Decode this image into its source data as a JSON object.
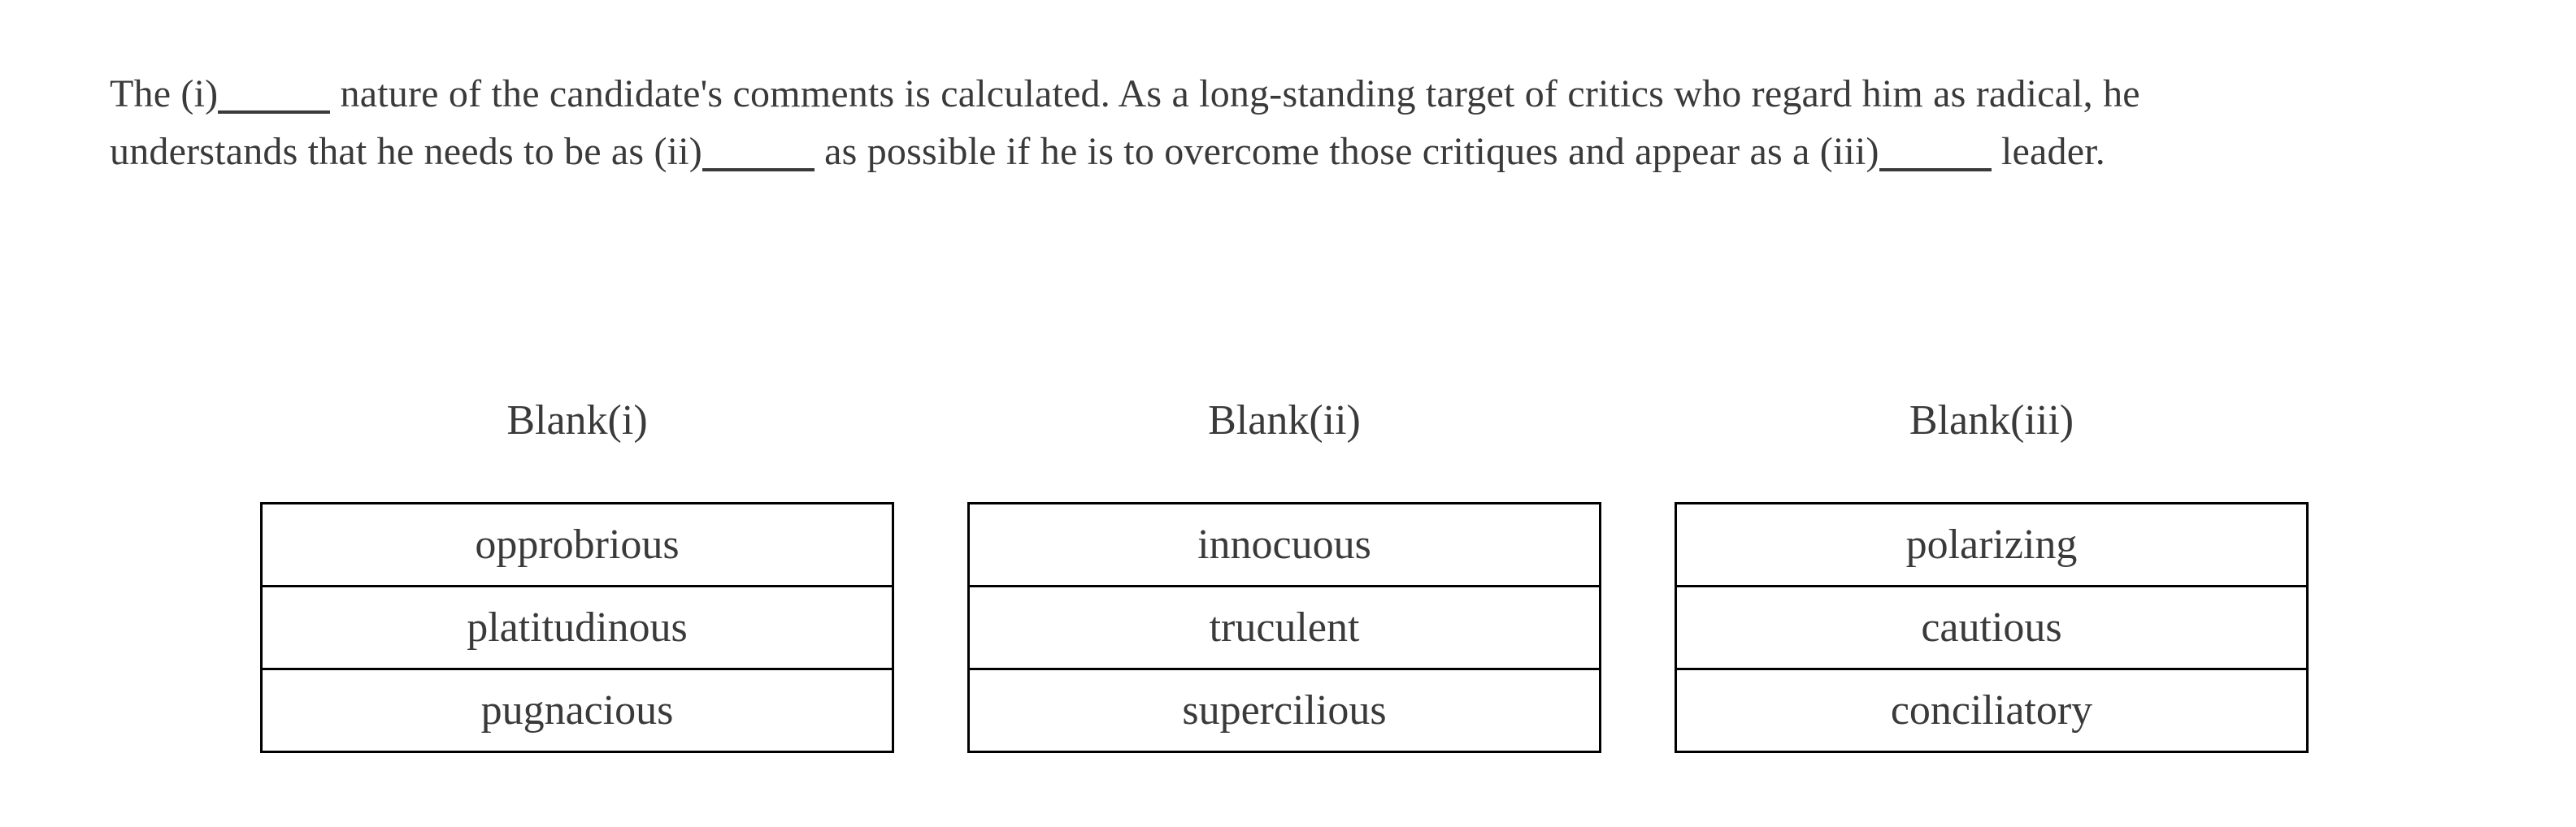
{
  "question": {
    "part1": "The (i)",
    "part2a": " nature of the candidate's comments is calculated. As a long-standing target of critics who regard him as radical, he",
    "part2b": "understands that he needs to be as (ii)",
    "part3": " as possible if he is to overcome those critiques and appear as a (iii)",
    "part4": " leader."
  },
  "columns": [
    {
      "label": "Blank(i)",
      "options": [
        "opprobrious",
        "platitudinous",
        "pugnacious"
      ]
    },
    {
      "label": "Blank(ii)",
      "options": [
        "innocuous",
        "truculent",
        "supercilious"
      ]
    },
    {
      "label": "Blank(iii)",
      "options": [
        "polarizing",
        "cautious",
        "conciliatory"
      ]
    }
  ],
  "colors": {
    "text": "#3a3a3a",
    "border": "#000000",
    "background": "#ffffff"
  }
}
